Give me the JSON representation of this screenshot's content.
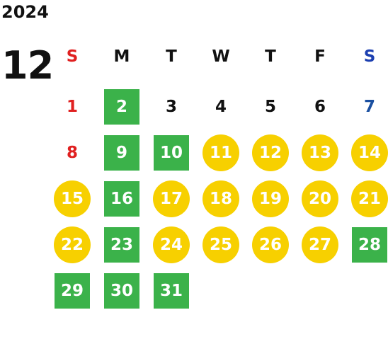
{
  "year": "2024",
  "month": "12",
  "weekdays": [
    {
      "label": "S",
      "color": "#e02020"
    },
    {
      "label": "M",
      "color": "#111111"
    },
    {
      "label": "T",
      "color": "#111111"
    },
    {
      "label": "W",
      "color": "#111111"
    },
    {
      "label": "T",
      "color": "#111111"
    },
    {
      "label": "F",
      "color": "#111111"
    },
    {
      "label": "S",
      "color": "#1c3fb0"
    }
  ],
  "legend_colors": {
    "green_square": "#3bb24a",
    "yellow_circle": "#f7d000"
  },
  "days": [
    {
      "day": "1",
      "col": 0,
      "row": 0,
      "style": "plain-red"
    },
    {
      "day": "2",
      "col": 1,
      "row": 0,
      "style": "green-square"
    },
    {
      "day": "3",
      "col": 2,
      "row": 0,
      "style": "plain"
    },
    {
      "day": "4",
      "col": 3,
      "row": 0,
      "style": "plain"
    },
    {
      "day": "5",
      "col": 4,
      "row": 0,
      "style": "plain"
    },
    {
      "day": "6",
      "col": 5,
      "row": 0,
      "style": "plain"
    },
    {
      "day": "7",
      "col": 6,
      "row": 0,
      "style": "plain-blue"
    },
    {
      "day": "8",
      "col": 0,
      "row": 1,
      "style": "plain-red"
    },
    {
      "day": "9",
      "col": 1,
      "row": 1,
      "style": "green-square"
    },
    {
      "day": "10",
      "col": 2,
      "row": 1,
      "style": "green-square"
    },
    {
      "day": "11",
      "col": 3,
      "row": 1,
      "style": "yellow-circle"
    },
    {
      "day": "12",
      "col": 4,
      "row": 1,
      "style": "yellow-circle"
    },
    {
      "day": "13",
      "col": 5,
      "row": 1,
      "style": "yellow-circle"
    },
    {
      "day": "14",
      "col": 6,
      "row": 1,
      "style": "yellow-circle"
    },
    {
      "day": "15",
      "col": 0,
      "row": 2,
      "style": "yellow-circle"
    },
    {
      "day": "16",
      "col": 1,
      "row": 2,
      "style": "green-square"
    },
    {
      "day": "17",
      "col": 2,
      "row": 2,
      "style": "yellow-circle"
    },
    {
      "day": "18",
      "col": 3,
      "row": 2,
      "style": "yellow-circle"
    },
    {
      "day": "19",
      "col": 4,
      "row": 2,
      "style": "yellow-circle"
    },
    {
      "day": "20",
      "col": 5,
      "row": 2,
      "style": "yellow-circle"
    },
    {
      "day": "21",
      "col": 6,
      "row": 2,
      "style": "yellow-circle"
    },
    {
      "day": "22",
      "col": 0,
      "row": 3,
      "style": "yellow-circle"
    },
    {
      "day": "23",
      "col": 1,
      "row": 3,
      "style": "green-square"
    },
    {
      "day": "24",
      "col": 2,
      "row": 3,
      "style": "yellow-circle"
    },
    {
      "day": "25",
      "col": 3,
      "row": 3,
      "style": "yellow-circle"
    },
    {
      "day": "26",
      "col": 4,
      "row": 3,
      "style": "yellow-circle"
    },
    {
      "day": "27",
      "col": 5,
      "row": 3,
      "style": "yellow-circle"
    },
    {
      "day": "28",
      "col": 6,
      "row": 3,
      "style": "green-square"
    },
    {
      "day": "29",
      "col": 0,
      "row": 4,
      "style": "green-square"
    },
    {
      "day": "30",
      "col": 1,
      "row": 4,
      "style": "green-square"
    },
    {
      "day": "31",
      "col": 2,
      "row": 4,
      "style": "green-square"
    }
  ]
}
